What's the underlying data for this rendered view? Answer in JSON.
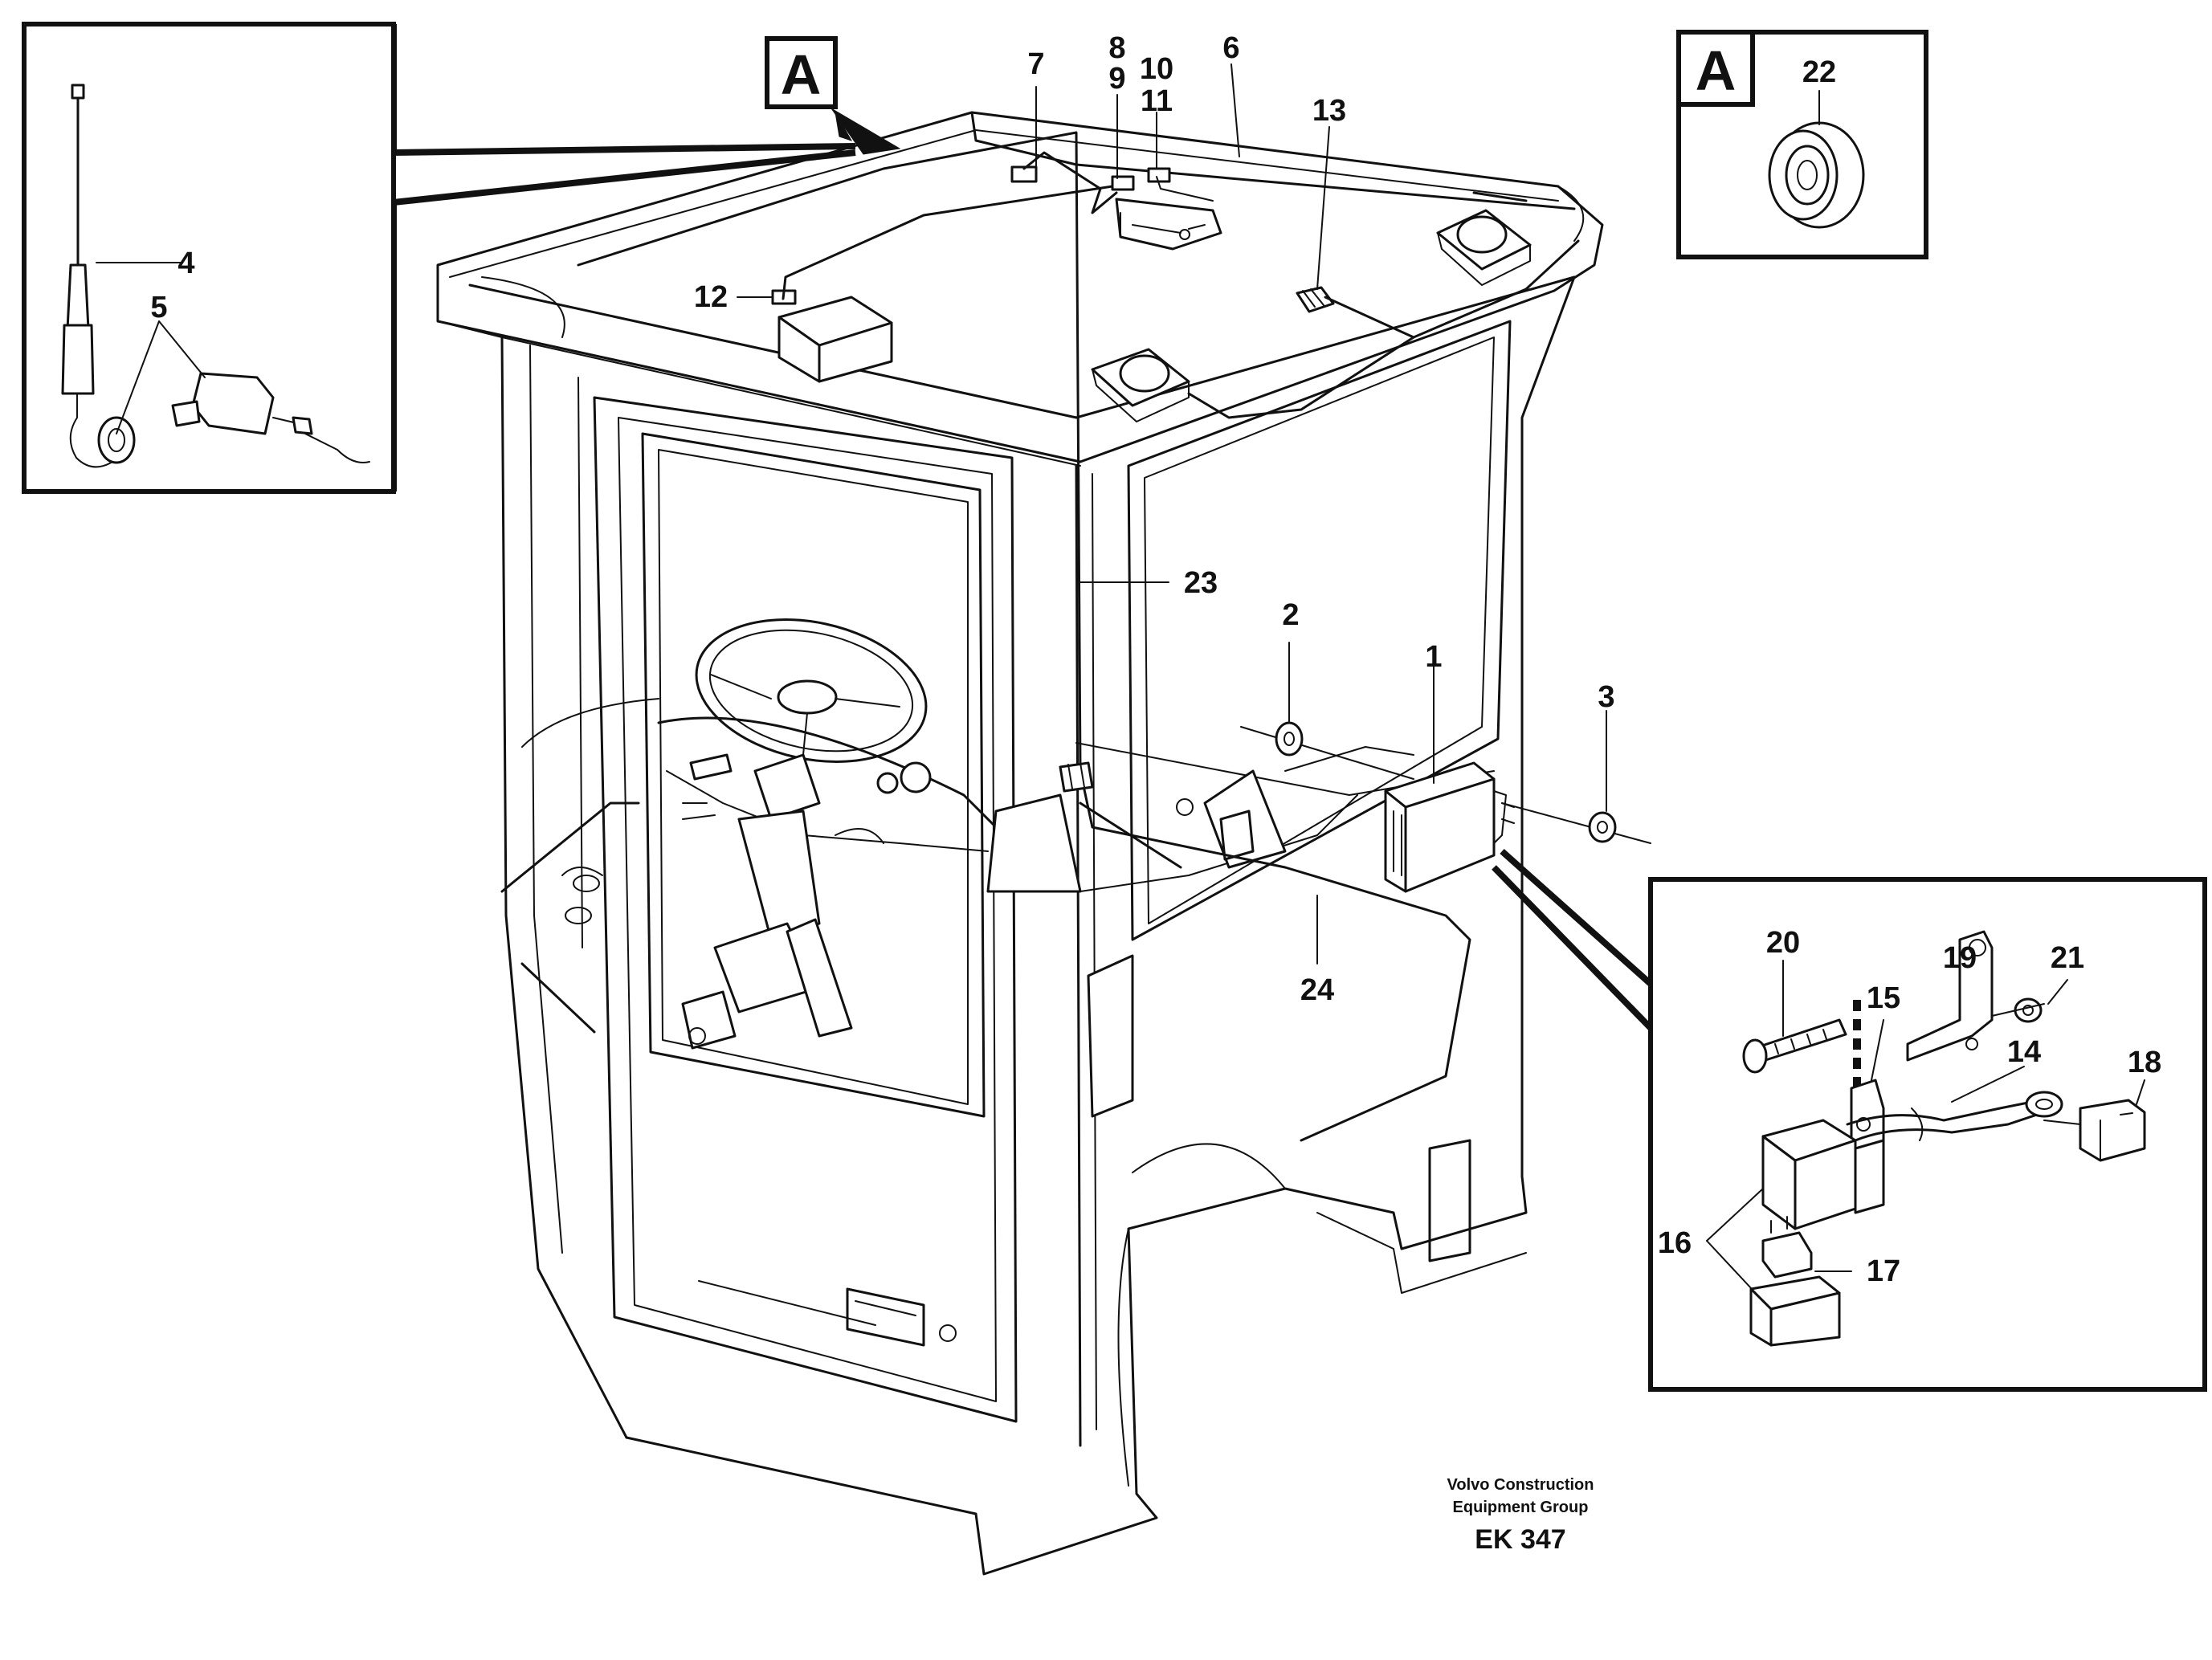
{
  "diagram": {
    "section_marker": "A",
    "part_labels": [
      "1",
      "2",
      "3",
      "4",
      "5",
      "6",
      "7",
      "8",
      "9",
      "10",
      "11",
      "12",
      "13",
      "14",
      "15",
      "16",
      "17",
      "18",
      "19",
      "20",
      "21",
      "22",
      "23",
      "24"
    ],
    "credit_line_1": "Volvo Construction",
    "credit_line_2": "Equipment Group",
    "figure_code": "EK 347"
  }
}
